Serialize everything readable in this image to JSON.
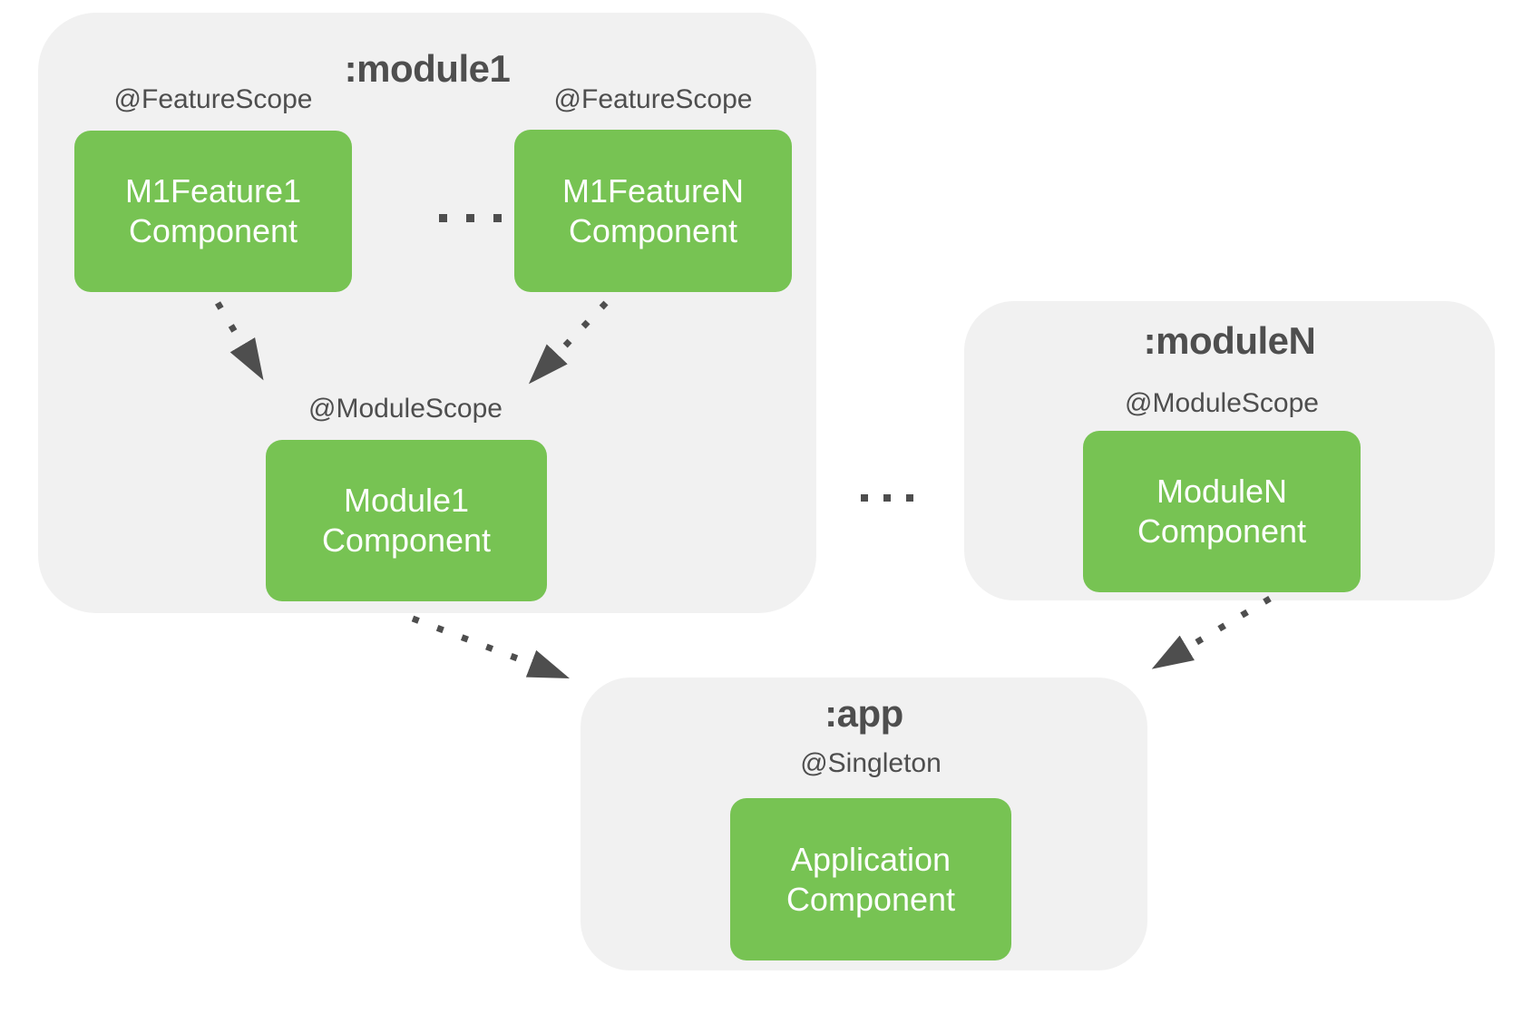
{
  "colors": {
    "background": "#ffffff",
    "container": "#f1f1f1",
    "node": "#77c353",
    "text_dark": "#4e4e4e",
    "text_light": "#ffffff",
    "arrow": "#4e4e4e"
  },
  "module1": {
    "title": ":module1",
    "feature1_scope": "@FeatureScope",
    "feature1_name_line1": "M1Feature1",
    "feature1_name_line2": "Component",
    "features_ellipsis": ". . .",
    "featureN_scope": "@FeatureScope",
    "featureN_name_line1": "M1FeatureN",
    "featureN_name_line2": "Component",
    "module_scope": "@ModuleScope",
    "module_name_line1": "Module1",
    "module_name_line2": "Component"
  },
  "modules_ellipsis": ". . .",
  "moduleN": {
    "title": ":moduleN",
    "scope": "@ModuleScope",
    "name_line1": "ModuleN",
    "name_line2": "Component"
  },
  "app": {
    "title": ":app",
    "scope": "@Singleton",
    "name_line1": "Application",
    "name_line2": "Component"
  }
}
